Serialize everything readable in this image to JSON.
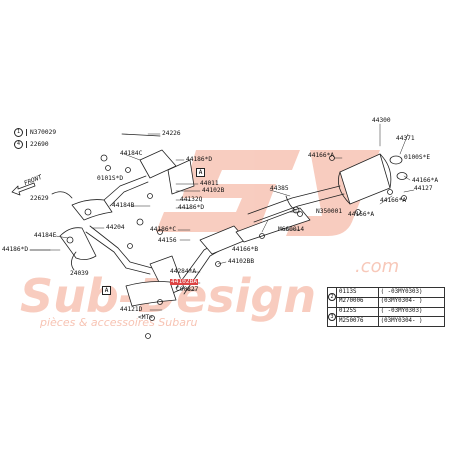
{
  "watermark": {
    "logo_text": "Sub-Design",
    "domain": ".com",
    "tagline": "pièces & accessoires Subaru",
    "color": "#f3a48c"
  },
  "legend": [
    {
      "circle": "1",
      "code": "N370029"
    },
    {
      "circle": "4",
      "code": "22690"
    }
  ],
  "parts": [
    {
      "id": "24226",
      "text": "24226"
    },
    {
      "id": "44184c",
      "text": "44184C"
    },
    {
      "id": "44186d-top",
      "text": "44186*D"
    },
    {
      "id": "44011",
      "text": "44011"
    },
    {
      "id": "44102b",
      "text": "44102B"
    },
    {
      "id": "44132q",
      "text": "44132Q"
    },
    {
      "id": "44186d-mid",
      "text": "44186*D"
    },
    {
      "id": "0101sd",
      "text": "0101S*D"
    },
    {
      "id": "front",
      "text": "FRONT"
    },
    {
      "id": "22629",
      "text": "22629"
    },
    {
      "id": "44184b",
      "text": "44184B"
    },
    {
      "id": "44204",
      "text": "44204"
    },
    {
      "id": "44184e",
      "text": "44184E"
    },
    {
      "id": "44186d-left",
      "text": "44186*D"
    },
    {
      "id": "24039",
      "text": "24039"
    },
    {
      "id": "44186c",
      "text": "44186*C"
    },
    {
      "id": "44156",
      "text": "44156"
    },
    {
      "id": "44102bb",
      "text": "44102BB"
    },
    {
      "id": "44284a",
      "text": "44284*A"
    },
    {
      "id": "44102ba",
      "text": "44102BA"
    },
    {
      "id": "c00827",
      "text": "C00827"
    },
    {
      "id": "44121d",
      "text": "44121D"
    },
    {
      "id": "mt",
      "text": "<MT>"
    },
    {
      "id": "44385",
      "text": "44385"
    },
    {
      "id": "n350001",
      "text": "N350001"
    },
    {
      "id": "m660014",
      "text": "M660014"
    },
    {
      "id": "44166b",
      "text": "44166*B"
    },
    {
      "id": "44166a-left",
      "text": "44166*A"
    },
    {
      "id": "44166a-mid",
      "text": "44166*A"
    },
    {
      "id": "44166a-right",
      "text": "44166*A"
    },
    {
      "id": "44300",
      "text": "44300"
    },
    {
      "id": "44371",
      "text": "44371"
    },
    {
      "id": "0100se",
      "text": "0100S*E"
    },
    {
      "id": "44127",
      "text": "44127"
    },
    {
      "id": "44166a-far",
      "text": "44166*A"
    }
  ],
  "tags": [
    {
      "id": "tag-a-top",
      "text": "A"
    },
    {
      "id": "tag-a-bottom",
      "text": "A"
    }
  ],
  "ref_table": [
    {
      "circle": "2",
      "rows": [
        {
          "code": "0113S",
          "range": "( -03MY0303)"
        },
        {
          "code": "M270006",
          "range": "(03MY0304- )"
        }
      ]
    },
    {
      "circle": "3",
      "rows": [
        {
          "code": "0125S",
          "range": "( -03MY0303)"
        },
        {
          "code": "M250076",
          "range": "(03MY0304- )"
        }
      ]
    }
  ],
  "colors": {
    "highlight": "#d44444",
    "line": "#222222"
  }
}
